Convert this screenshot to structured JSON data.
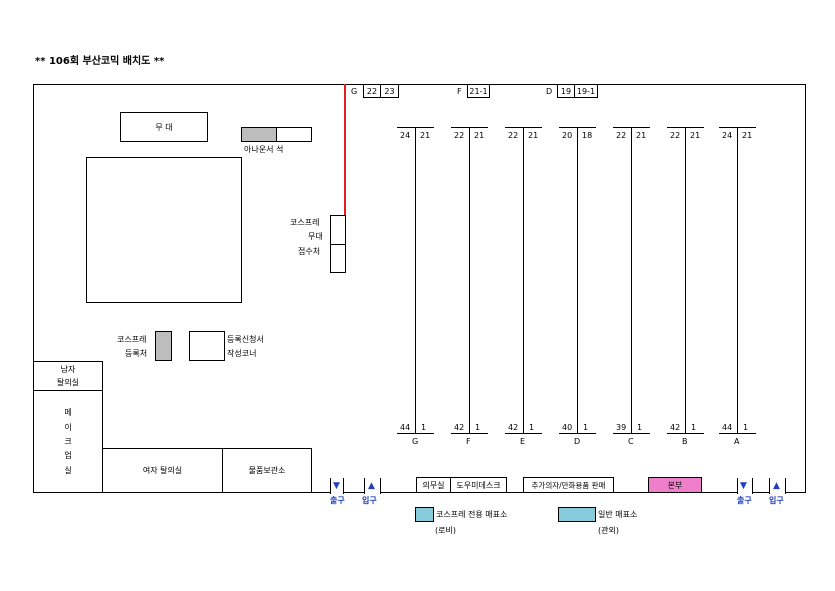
{
  "title": "** 106회 부산코믹 배치도 **",
  "stage": {
    "label": "무   대"
  },
  "announcer_seat": {
    "label": "아나운서 석"
  },
  "cosplay_stage_reception": {
    "lines": [
      "코스프레",
      "무대",
      "접수처"
    ]
  },
  "top_booth_labels": {
    "g": {
      "letter": "G",
      "c1": "22",
      "c2": "23"
    },
    "f": {
      "letter": "F",
      "c1": "21-1"
    },
    "d": {
      "letter": "D",
      "c1": "19",
      "c2": "19-1"
    }
  },
  "rows": [
    {
      "letter": "G",
      "top_left": "24",
      "top_right": "21",
      "bottom_left": "44",
      "bottom_right": "1"
    },
    {
      "letter": "F",
      "top_left": "22",
      "top_right": "21",
      "bottom_left": "42",
      "bottom_right": "1"
    },
    {
      "letter": "E",
      "top_left": "22",
      "top_right": "21",
      "bottom_left": "42",
      "bottom_right": "1"
    },
    {
      "letter": "D",
      "top_left": "20",
      "top_right": "18",
      "bottom_left": "40",
      "bottom_right": "1"
    },
    {
      "letter": "C",
      "top_left": "22",
      "top_right": "21",
      "bottom_left": "39",
      "bottom_right": "1"
    },
    {
      "letter": "B",
      "top_left": "22",
      "top_right": "21",
      "bottom_left": "42",
      "bottom_right": "1"
    },
    {
      "letter": "A",
      "top_left": "24",
      "top_right": "21",
      "bottom_left": "44",
      "bottom_right": "1"
    }
  ],
  "cosplay_registration": {
    "lines": [
      "코스프레",
      "등록처"
    ]
  },
  "registration_form_corner": {
    "lines": [
      "등록신청서",
      "작성코너"
    ]
  },
  "male_changing_room": {
    "lines": [
      "남자",
      "탈의실"
    ]
  },
  "makeup_room": {
    "chars": [
      "메",
      "이",
      "크",
      "업",
      "실"
    ]
  },
  "female_changing_room": {
    "label": "여자 탈의실"
  },
  "storage": {
    "label": "물품보관소"
  },
  "exits": {
    "exit_label": "출구",
    "entrance_label": "입구",
    "down": "▼",
    "up": "▲"
  },
  "bottom_booths": {
    "medical": "의무실",
    "help_desk": "도우미데스크",
    "extra_sales": "추가의자/만화용품 판매",
    "headquarters": "본부"
  },
  "legend": {
    "cosplay_ticket": {
      "label": "코스프레 전용 매표소",
      "sub": "(로비)"
    },
    "general_ticket": {
      "label": "일반 매표소",
      "sub": "(관외)"
    }
  },
  "colors": {
    "headquarters": "#f07fcb",
    "ticket": "#87cbdc",
    "gray_box": "#bdbdbd",
    "red_line": "#e02020",
    "exit_blue": "#1f3fbf"
  }
}
